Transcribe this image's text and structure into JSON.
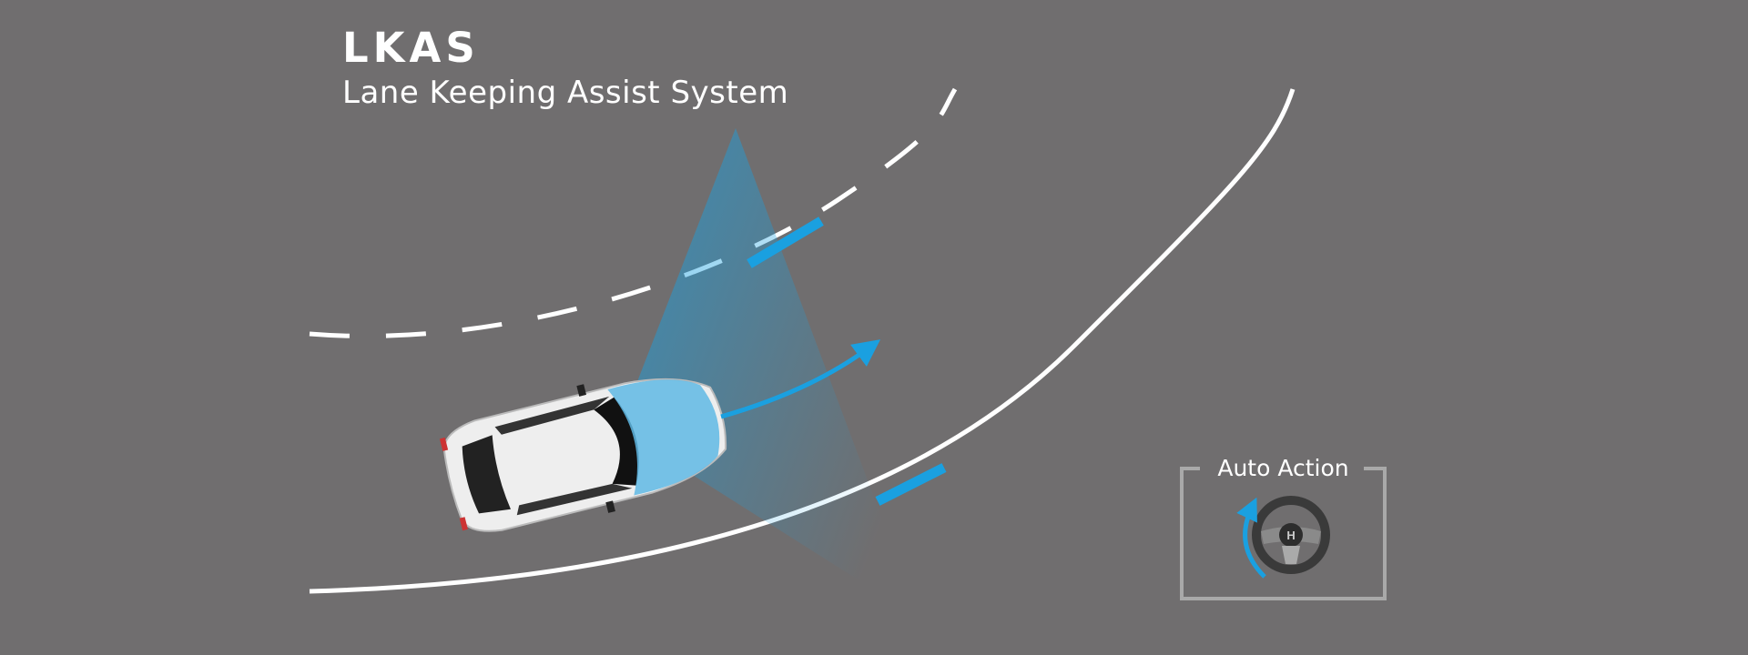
{
  "header": {
    "title": "LKAS",
    "subtitle": "Lane Keeping Assist System"
  },
  "auto_action": {
    "label": "Auto Action"
  },
  "colors": {
    "background": "#706e6f",
    "accent_blue": "#1aa0e0",
    "lane_line": "#ffffff",
    "frame": "#a9a9a9"
  }
}
